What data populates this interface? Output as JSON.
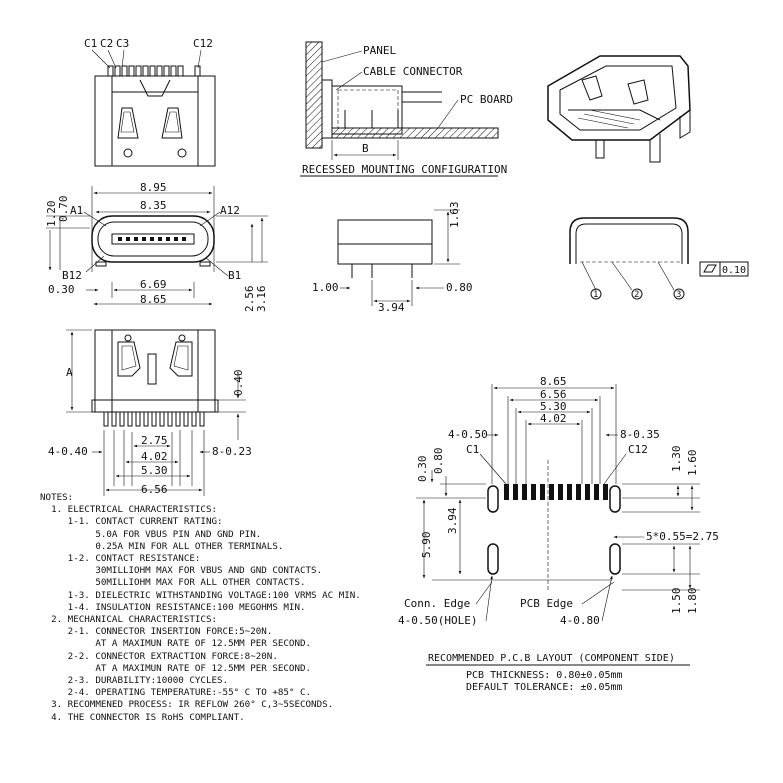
{
  "labels": {
    "c1": "C1",
    "c2": "C2",
    "c3": "C3",
    "c12": "C12",
    "panel": "PANEL",
    "cable_connector": "CABLE CONNECTOR",
    "pc_board": "PC BOARD",
    "b": "B",
    "recessed": "RECESSED MOUNTING CONFIGURATION",
    "a1": "A1",
    "a12": "A12",
    "b12": "B12",
    "b1": "B1",
    "a": "A",
    "circle_1": "1",
    "circle_2": "2",
    "circle_3": "3",
    "flatness": "0.10",
    "conn_edge": "Conn. Edge",
    "pcb_edge": "PCB Edge",
    "pcb_c1": "C1",
    "pcb_c12": "C12"
  },
  "dimensions": {
    "w895": "8.95",
    "w835": "8.35",
    "d120": "1.20",
    "d070": "0.70",
    "w669": "6.69",
    "w865": "8.65",
    "d030": "0.30",
    "h256": "2.56",
    "h316": "3.16",
    "h163": "1.63",
    "d100": "1.00",
    "w394": "3.94",
    "d080": "0.80",
    "d040v": "0.40",
    "p4_040": "4-0.40",
    "w275": "2.75",
    "w402": "4.02",
    "w530": "5.30",
    "w656": "6.56",
    "p8_023": "8-0.23",
    "pcb_w865": "8.65",
    "pcb_w656": "6.56",
    "pcb_w530": "5.30",
    "pcb_w402": "4.02",
    "p4_050": "4-0.50",
    "p8_035": "8-0.35",
    "pcb_030": "0.30",
    "pcb_080": "0.80",
    "pcb_130": "1.30",
    "pcb_160": "1.60",
    "pcb_590": "5.90",
    "pcb_394": "3.94",
    "pitch": "5*0.55=2.75",
    "pcb_150": "1.50",
    "pcb_180": "1.80",
    "hole": "4-0.50(HOLE)",
    "p4_080": "4-0.80"
  },
  "layout_title": {
    "title": "RECOMMENDED P.C.B LAYOUT (COMPONENT SIDE)",
    "thickness": "PCB THICKNESS: 0.80±0.05mm",
    "tolerance": "DEFAULT TOLERANCE: ±0.05mm"
  },
  "notes": [
    "NOTES:",
    "  1. ELECTRICAL CHARACTERISTICS:",
    "     1-1. CONTACT CURRENT RATING:",
    "          5.0A FOR VBUS PIN AND GND PIN.",
    "          0.25A MIN FOR ALL OTHER TERMINALS.",
    "     1-2. CONTACT RESISTANCE:",
    "          30MILLIOHM MAX FOR VBUS AND GND CONTACTS.",
    "          50MILLIOHM MAX FOR ALL OTHER CONTACTS.",
    "     1-3. DIELECTRIC WITHSTANDING VOLTAGE:100 VRMS AC MIN.",
    "     1-4. INSULATION RESISTANCE:100 MEGOHMS MIN.",
    "  2. MECHANICAL CHARACTERISTICS:",
    "     2-1. CONNECTOR INSERTION FORCE:5~20N.",
    "          AT A MAXIMUN RATE OF 12.5MM PER SECOND.",
    "     2-2. CONNECTOR EXTRACTION FORCE:8~20N.",
    "          AT A MAXIMUN RATE OF 12.5MM PER SECOND.",
    "     2-3. DURABILITY:10000 CYCLES.",
    "     2-4. OPERATING TEMPERATURE:-55° C TO +85° C.",
    "  3. RECOMMENED PROCESS: IR REFLOW 260° C,3~5SECONDS.",
    "  4. THE CONNECTOR IS RoHS COMPLIANT."
  ]
}
